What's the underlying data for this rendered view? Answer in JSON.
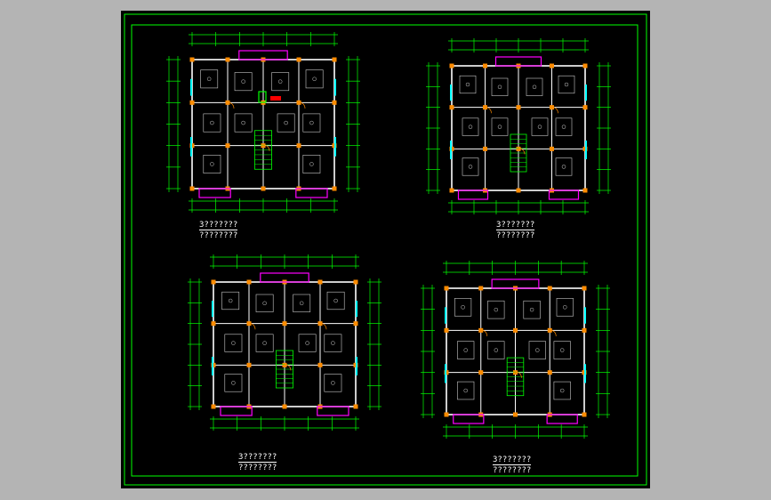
{
  "drawing": {
    "plans": [
      {
        "id": "plan-1",
        "title": "3???????",
        "subtitle": "????????"
      },
      {
        "id": "plan-2",
        "title": "3???????",
        "subtitle": "????????"
      },
      {
        "id": "plan-3",
        "title": "3???????",
        "subtitle": "????????"
      },
      {
        "id": "plan-4",
        "title": "3???????",
        "subtitle": "????????"
      }
    ]
  },
  "colors": {
    "background": "#000000",
    "frame": "#00ff00",
    "wall": "#ffffff",
    "column": "#ff8c00",
    "dimension": "#00ff00",
    "balcony": "#ff00ff",
    "window": "#00ffff",
    "furniture": "#c8c8c8",
    "marker": "#ff0000"
  }
}
